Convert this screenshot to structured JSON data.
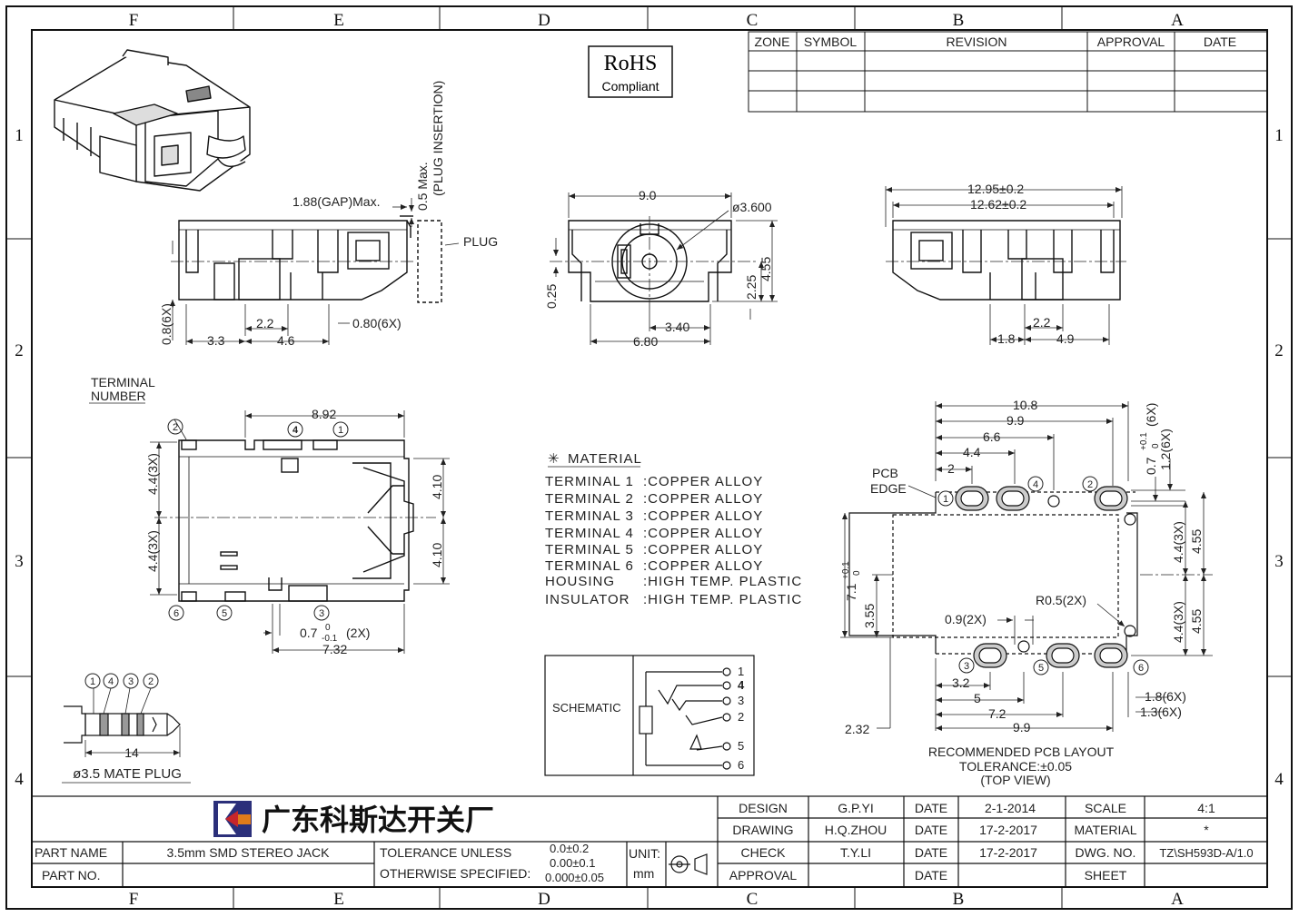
{
  "frame": {
    "columns": [
      "F",
      "E",
      "D",
      "C",
      "B",
      "A"
    ],
    "rows": [
      "1",
      "2",
      "3",
      "4"
    ]
  },
  "rohs": {
    "title": "RoHS",
    "subtitle": "Compliant"
  },
  "revision_table": {
    "headers": [
      "ZONE",
      "SYMBOL",
      "REVISION",
      "APPROVAL",
      "DATE"
    ]
  },
  "views": {
    "side_left": {
      "gap": "1.88(GAP)Max.",
      "insertion": "0.5 Max.",
      "insertion2": "(PLUG INSERTION)",
      "plug": "PLUG",
      "d_08": "0.8(6X)",
      "d_22": "2.2",
      "d_080": "0.80(6X)",
      "d_33": "3.3",
      "d_46": "4.6"
    },
    "front": {
      "d_90": "9.0",
      "d_dia": "ø3.600",
      "d_025": "0.25",
      "d_225": "2.25",
      "d_455": "4.55",
      "d_340": "3.40",
      "d_680": "6.80"
    },
    "side_right": {
      "d_1295": "12.95±0.2",
      "d_1262": "12.62±0.2",
      "d_22": "2.2",
      "d_18": "1.8",
      "d_49": "4.9"
    },
    "top": {
      "terminal_number": [
        "TERMINAL",
        "NUMBER"
      ],
      "d_892": "8.92",
      "d_44a": "4.4(3X)",
      "d_44b": "4.4(3X)",
      "d_410a": "4.10",
      "d_410b": "4.10",
      "d_07": "0.7",
      "d_07tol": "0",
      "d_07tol2": "-0.1",
      "d_07x": "(2X)",
      "d_732": "7.32",
      "terminals": [
        "1",
        "2",
        "3",
        "4",
        "5",
        "6"
      ]
    },
    "pcb": {
      "d_108": "10.8",
      "d_99": "9.9",
      "d_66": "6.6",
      "d_44": "4.4",
      "d_2": "2",
      "pcb_edge": [
        "PCB",
        "EDGE"
      ],
      "d_07": "0.7",
      "d_07tol": "+0.1",
      "d_07tol2": "0",
      "d_07x": "(6X)",
      "d_12": "1.2(6X)",
      "d_44x": "4.4(3X)",
      "d_455": "4.55",
      "d_44x2": "4.4(3X)",
      "d_455b": "4.55",
      "d_71": "7.1",
      "d_71tol": "+0.1",
      "d_71tol2": "0",
      "d_355": "3.55",
      "d_r05": "R0.5(2X)",
      "d_09": "0.9(2X)",
      "d_32": "3.2",
      "d_5": "5",
      "d_72": "7.2",
      "d_99b": "9.9",
      "d_18": "1.8(6X)",
      "d_13": "1.3(6X)",
      "d_232": "2.32",
      "caption": [
        "RECOMMENDED PCB LAYOUT",
        "TOLERANCE:±0.05",
        "(TOP VIEW)"
      ]
    },
    "plug": {
      "labels": [
        "1",
        "4",
        "3",
        "2"
      ],
      "d_14": "14",
      "caption": "ø3.5 MATE PLUG"
    }
  },
  "material": {
    "title": "MATERIAL",
    "mark": "✳",
    "rows": [
      {
        "name": "TERMINAL 1",
        "value": ":COPPER ALLOY"
      },
      {
        "name": "TERMINAL 2",
        "value": ":COPPER ALLOY"
      },
      {
        "name": "TERMINAL 3",
        "value": ":COPPER ALLOY"
      },
      {
        "name": "TERMINAL 4",
        "value": ":COPPER ALLOY"
      },
      {
        "name": "TERMINAL 5",
        "value": ":COPPER ALLOY"
      },
      {
        "name": "TERMINAL 6",
        "value": ":COPPER ALLOY"
      },
      {
        "name": "HOUSING",
        "value": ":HIGH TEMP. PLASTIC"
      },
      {
        "name": "INSULATOR",
        "value": ":HIGH TEMP. PLASTIC"
      }
    ]
  },
  "schematic": {
    "label": "SCHEMATIC",
    "pins": [
      "1",
      "4",
      "3",
      "2",
      "5",
      "6"
    ]
  },
  "title_block": {
    "company": "广东科斯达开关厂",
    "part_name_label": "PART NAME",
    "part_name": "3.5mm SMD STEREO JACK",
    "part_no_label": "PART NO.",
    "part_no": "",
    "tolerance_label1": "TOLERANCE UNLESS",
    "tolerance_label2": "OTHERWISE SPECIFIED:",
    "tol1": "0.0±0.2",
    "tol2": "0.00±0.1",
    "tol3": "0.000±0.05",
    "unit_label": "UNIT:",
    "unit": "mm",
    "design_label": "DESIGN",
    "design": "G.P.YI",
    "drawing_label": "DRAWING",
    "drawing": "H.Q.ZHOU",
    "check_label": "CHECK",
    "check": "T.Y.LI",
    "approval_label": "APPROVAL",
    "approval": "",
    "date_label": "DATE",
    "date1": "2-1-2014",
    "date2": "17-2-2017",
    "date3": "17-2-2017",
    "date4": "",
    "scale_label": "SCALE",
    "scale": "4:1",
    "material_label": "MATERIAL",
    "material": "*",
    "dwg_label": "DWG. NO.",
    "dwg": "TZ\\SH593D-A/1.0",
    "sheet_label": "SHEET",
    "sheet": ""
  },
  "colors": {
    "ink": "#1a1a1a",
    "logo_blue": "#2b2f7a",
    "logo_orange": "#e07b1a",
    "logo_red": "#c7252b"
  }
}
